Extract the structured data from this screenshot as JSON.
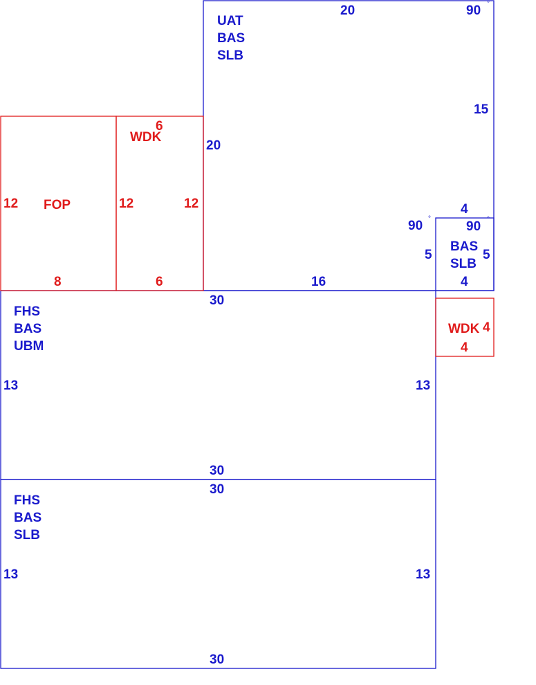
{
  "colors": {
    "blue": "#1a1acc",
    "red": "#e01b1b"
  },
  "areas": {
    "top_main": {
      "codes": [
        "UAT",
        "BAS",
        "SLB"
      ],
      "top": "20",
      "left": "20",
      "right": "15",
      "bottom": "16",
      "angle_top_right": "90",
      "angle_inner": "90"
    },
    "small_right": {
      "codes": [
        "BAS",
        "SLB"
      ],
      "top": "4",
      "left": "5",
      "right": "5",
      "bottom": "4",
      "angle": "90"
    },
    "fop": {
      "code": "FOP",
      "left": "12",
      "bottom": "8"
    },
    "wdk_left": {
      "code": "WDK",
      "top": "6",
      "left": "12",
      "right": "12",
      "bottom": "6"
    },
    "wdk_right": {
      "code": "WDK",
      "right": "4",
      "bottom": "4"
    },
    "middle": {
      "codes": [
        "FHS",
        "BAS",
        "UBM"
      ],
      "top": "30",
      "left": "13",
      "right": "13",
      "bottom": "30"
    },
    "bottom": {
      "codes": [
        "FHS",
        "BAS",
        "SLB"
      ],
      "top": "30",
      "left": "13",
      "right": "13",
      "bottom": "30"
    },
    "degree_symbol": "°"
  }
}
